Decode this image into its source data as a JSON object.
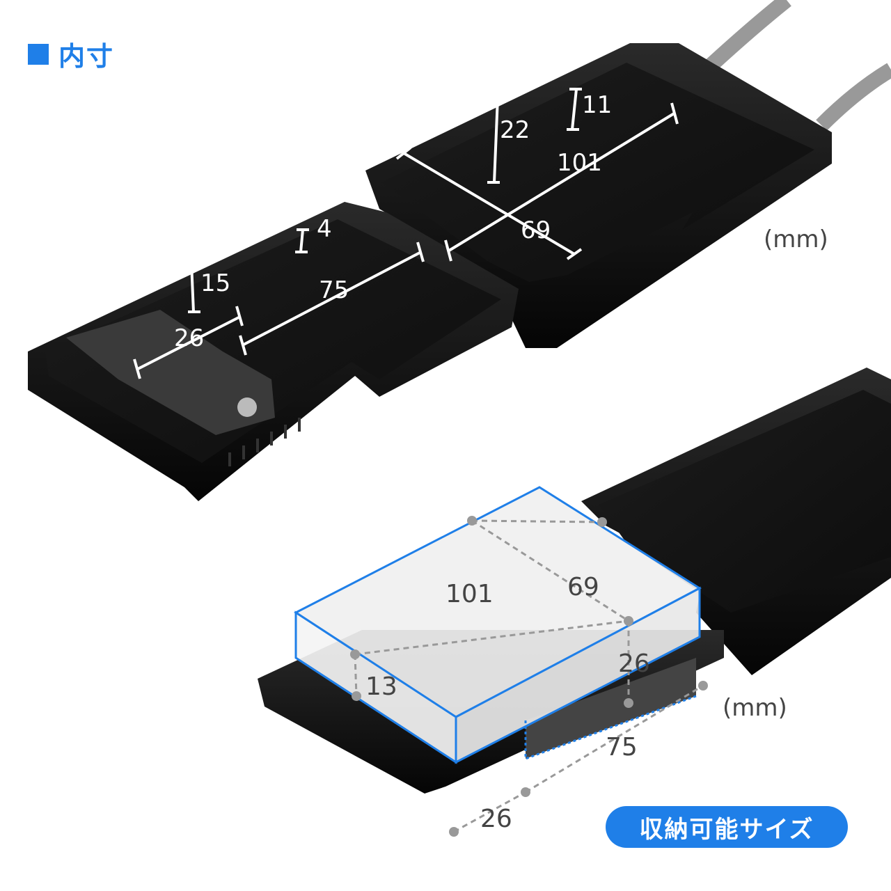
{
  "heading": {
    "text": "内寸",
    "accent_color": "#1f7fe8"
  },
  "top_view": {
    "unit_label": "(mm)",
    "dimensions": {
      "depth_right": "22",
      "depth_right_small": "11",
      "length_right": "101",
      "width_right": "69",
      "depth_left_small": "4",
      "depth_left": "15",
      "length_left": "75",
      "width_left": "26"
    }
  },
  "bottom_view": {
    "unit_label": "(mm)",
    "dimensions": {
      "length_box": "101",
      "width_box": "69",
      "height_box_right": "26",
      "height_box_left": "13",
      "length_slot": "75",
      "width_slot": "26"
    },
    "badge_text": "収納可能サイズ"
  }
}
